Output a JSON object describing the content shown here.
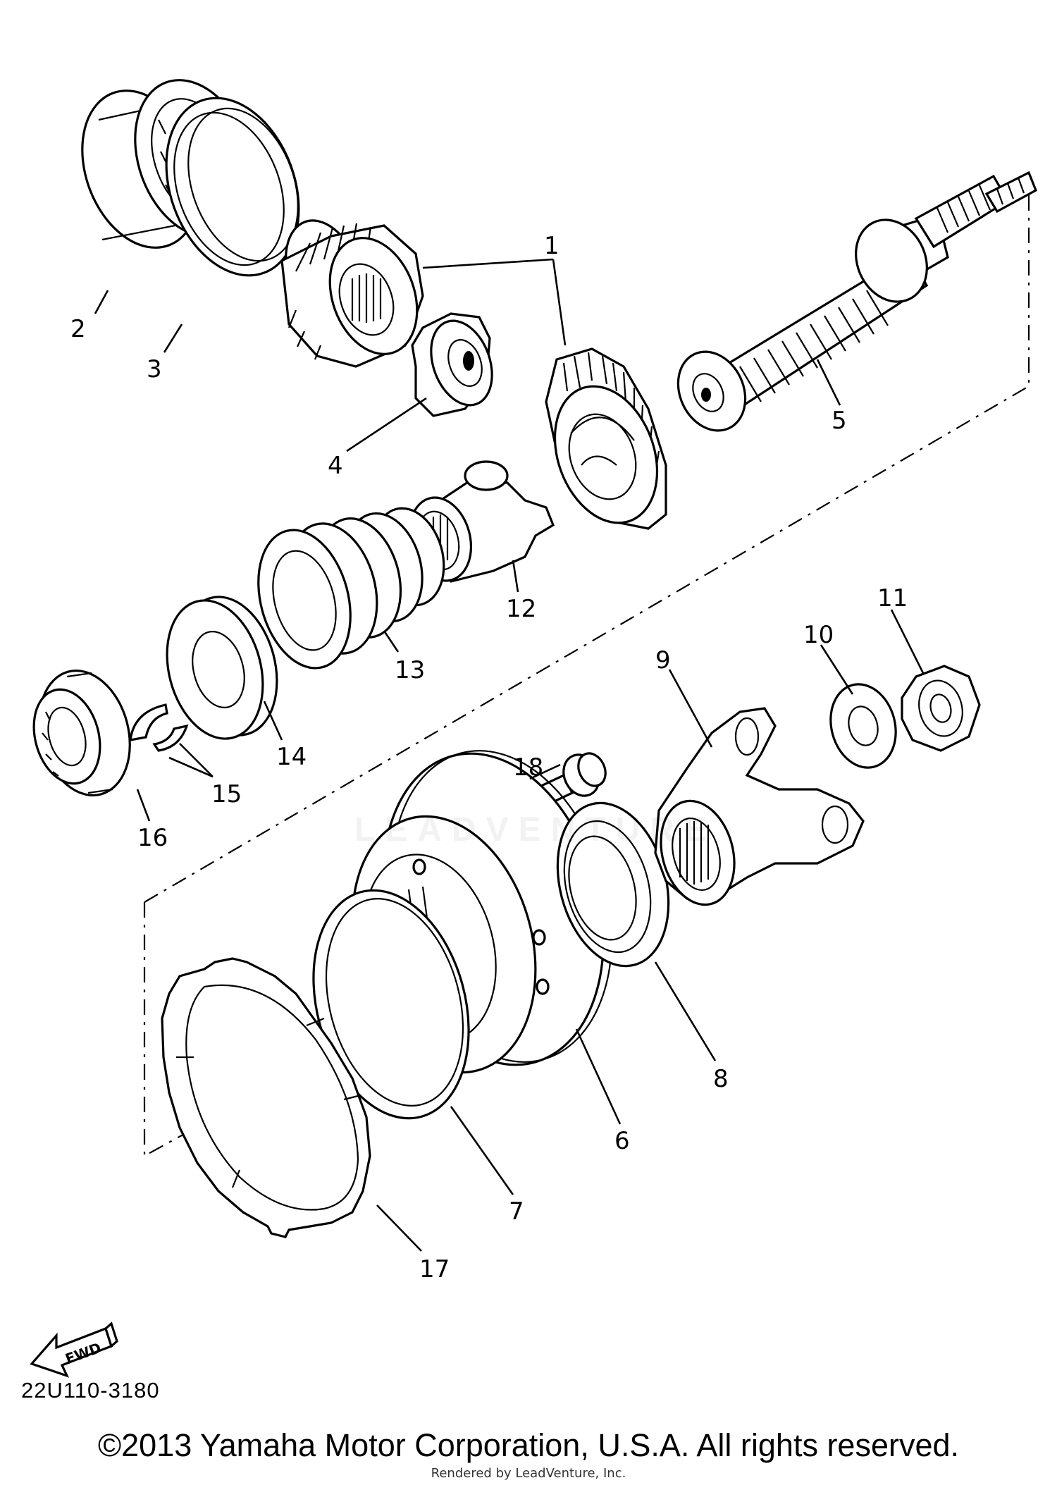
{
  "diagram": {
    "callouts": [
      {
        "id": "c1",
        "text": "1"
      },
      {
        "id": "c2",
        "text": "2"
      },
      {
        "id": "c3",
        "text": "3"
      },
      {
        "id": "c4",
        "text": "4"
      },
      {
        "id": "c5",
        "text": "5"
      },
      {
        "id": "c6",
        "text": "6"
      },
      {
        "id": "c7",
        "text": "7"
      },
      {
        "id": "c8",
        "text": "8"
      },
      {
        "id": "c9",
        "text": "9"
      },
      {
        "id": "c10",
        "text": "10"
      },
      {
        "id": "c11",
        "text": "11"
      },
      {
        "id": "c12",
        "text": "12"
      },
      {
        "id": "c13",
        "text": "13"
      },
      {
        "id": "c14",
        "text": "14"
      },
      {
        "id": "c15",
        "text": "15"
      },
      {
        "id": "c16",
        "text": "16"
      },
      {
        "id": "c17",
        "text": "17"
      },
      {
        "id": "c18",
        "text": "18"
      }
    ],
    "fwd_label": "FWD",
    "catalog_number": "22U110-3180",
    "watermark": "LEADVENTURE"
  },
  "footer": {
    "copyright": "©2013 Yamaha Motor Corporation, U.S.A. All rights reserved.",
    "rendered_by": "Rendered by LeadVenture, Inc."
  }
}
